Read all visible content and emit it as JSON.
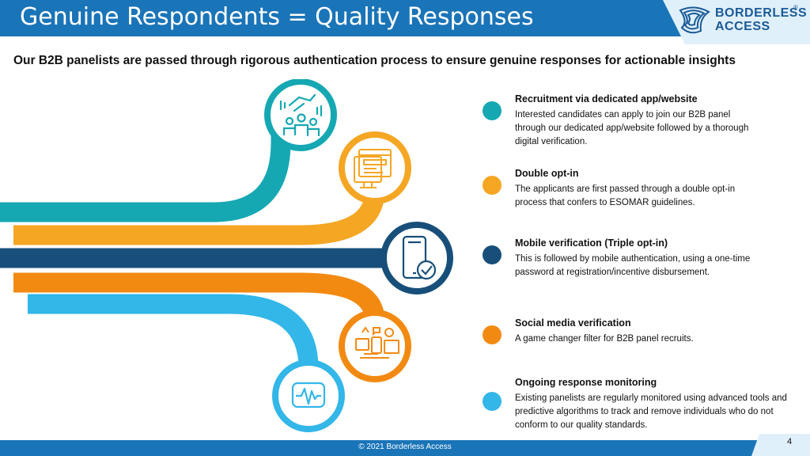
{
  "header": {
    "title": "Genuine Respondents = Quality Responses"
  },
  "logo": {
    "line1": "BORDERLESS",
    "line2": "ACCESS",
    "reg": "®"
  },
  "subtitle": "Our B2B panelists are passed through rigorous authentication process to ensure genuine responses for actionable insights",
  "colors": {
    "teal": "#15a8b3",
    "yellow": "#f5a623",
    "navy": "#174f7a",
    "orange": "#f28a12",
    "skyblue": "#33b6e8",
    "header": "#1a74b8"
  },
  "icons": [
    "people-hands-icon",
    "web-page-icon",
    "mobile-check-icon",
    "social-media-icon",
    "pulse-wave-icon"
  ],
  "steps": [
    {
      "title": "Recruitment via dedicated app/website",
      "desc": "Interested candidates can apply to join our B2B panel through our dedicated app/website followed by a thorough digital verification.",
      "color": "#15a8b3"
    },
    {
      "title": "Double opt-in",
      "desc": "The applicants are first passed through a double opt-in process that confers to ESOMAR guidelines.",
      "color": "#f5a623"
    },
    {
      "title": "Mobile verification (Triple opt-in)",
      "desc": "This is followed by mobile authentication, using a one-time password at registration/incentive disbursement.",
      "color": "#174f7a"
    },
    {
      "title": "Social media verification",
      "desc": "A game changer filter for B2B panel recruits.",
      "color": "#f28a12"
    },
    {
      "title": "Ongoing response monitoring",
      "desc": "Existing panelists are regularly monitored using advanced tools and predictive algorithms to track and remove individuals who do not conform to our quality standards.",
      "color": "#33b6e8"
    }
  ],
  "footer": {
    "copyright": "© 2021 Borderless Access",
    "page": "4"
  }
}
